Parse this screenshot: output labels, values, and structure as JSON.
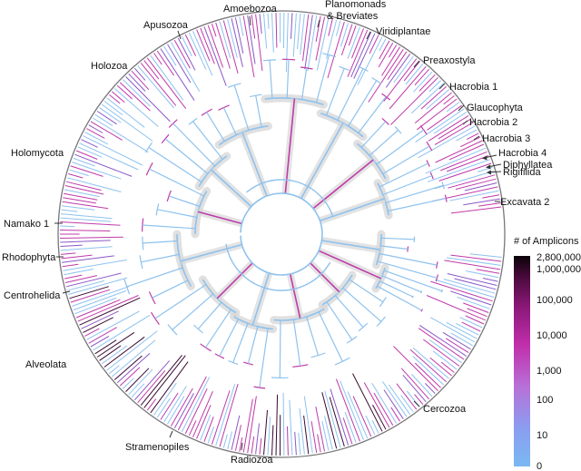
{
  "clades": [
    {
      "id": "amoebozoa",
      "label": "Amoebozoa"
    },
    {
      "id": "planomonads",
      "label": "Planomonads"
    },
    {
      "id": "breviates",
      "label": "& Breviates"
    },
    {
      "id": "apusozoa",
      "label": "Apusozoa"
    },
    {
      "id": "viridiplantae",
      "label": "Viridiplantae"
    },
    {
      "id": "holozoa",
      "label": "Holozoa"
    },
    {
      "id": "preaxostyla",
      "label": "Preaxostyla"
    },
    {
      "id": "hacrobia1",
      "label": "Hacrobia 1"
    },
    {
      "id": "glaucophyta",
      "label": "Glaucophyta"
    },
    {
      "id": "hacrobia2",
      "label": "Hacrobia 2"
    },
    {
      "id": "hacrobia3",
      "label": "Hacrobia 3"
    },
    {
      "id": "holomycota",
      "label": "Holomycota"
    },
    {
      "id": "hacrobia4",
      "label": "Hacrobia 4"
    },
    {
      "id": "diphyllatea",
      "label": "Diphyllatea"
    },
    {
      "id": "rigifilida",
      "label": "Rigifilida"
    },
    {
      "id": "excavata2",
      "label": "Excavata 2"
    },
    {
      "id": "namako1",
      "label": "Namako 1"
    },
    {
      "id": "rhodophyta",
      "label": "Rhodophyta"
    },
    {
      "id": "centrohelida",
      "label": "Centrohelida"
    },
    {
      "id": "alveolata",
      "label": "Alveolata"
    },
    {
      "id": "cercozoa",
      "label": "Cercozoa"
    },
    {
      "id": "stramenopiles",
      "label": "Stramenopiles"
    },
    {
      "id": "radiozoa",
      "label": "Radiozoa"
    }
  ],
  "legend": {
    "title": "# of Amplicons",
    "ticks": [
      "2,800,000",
      "1,000,000",
      "100,000",
      "10,000",
      "1,000",
      "100",
      "10",
      "0"
    ],
    "colors": [
      "#0a0208",
      "#4a0a3c",
      "#8a1878",
      "#c02eaa",
      "#b870d8",
      "#8a9ef0",
      "#7ab8f2"
    ]
  },
  "colors": {
    "branch_light": "#8ec2ee",
    "branch_magenta": "#c03aa8",
    "branch_purple": "#8a58c8",
    "branch_dark": "#3a0a30",
    "backbone_halo": "#d8d8d8",
    "outer_ring": "#777777"
  }
}
